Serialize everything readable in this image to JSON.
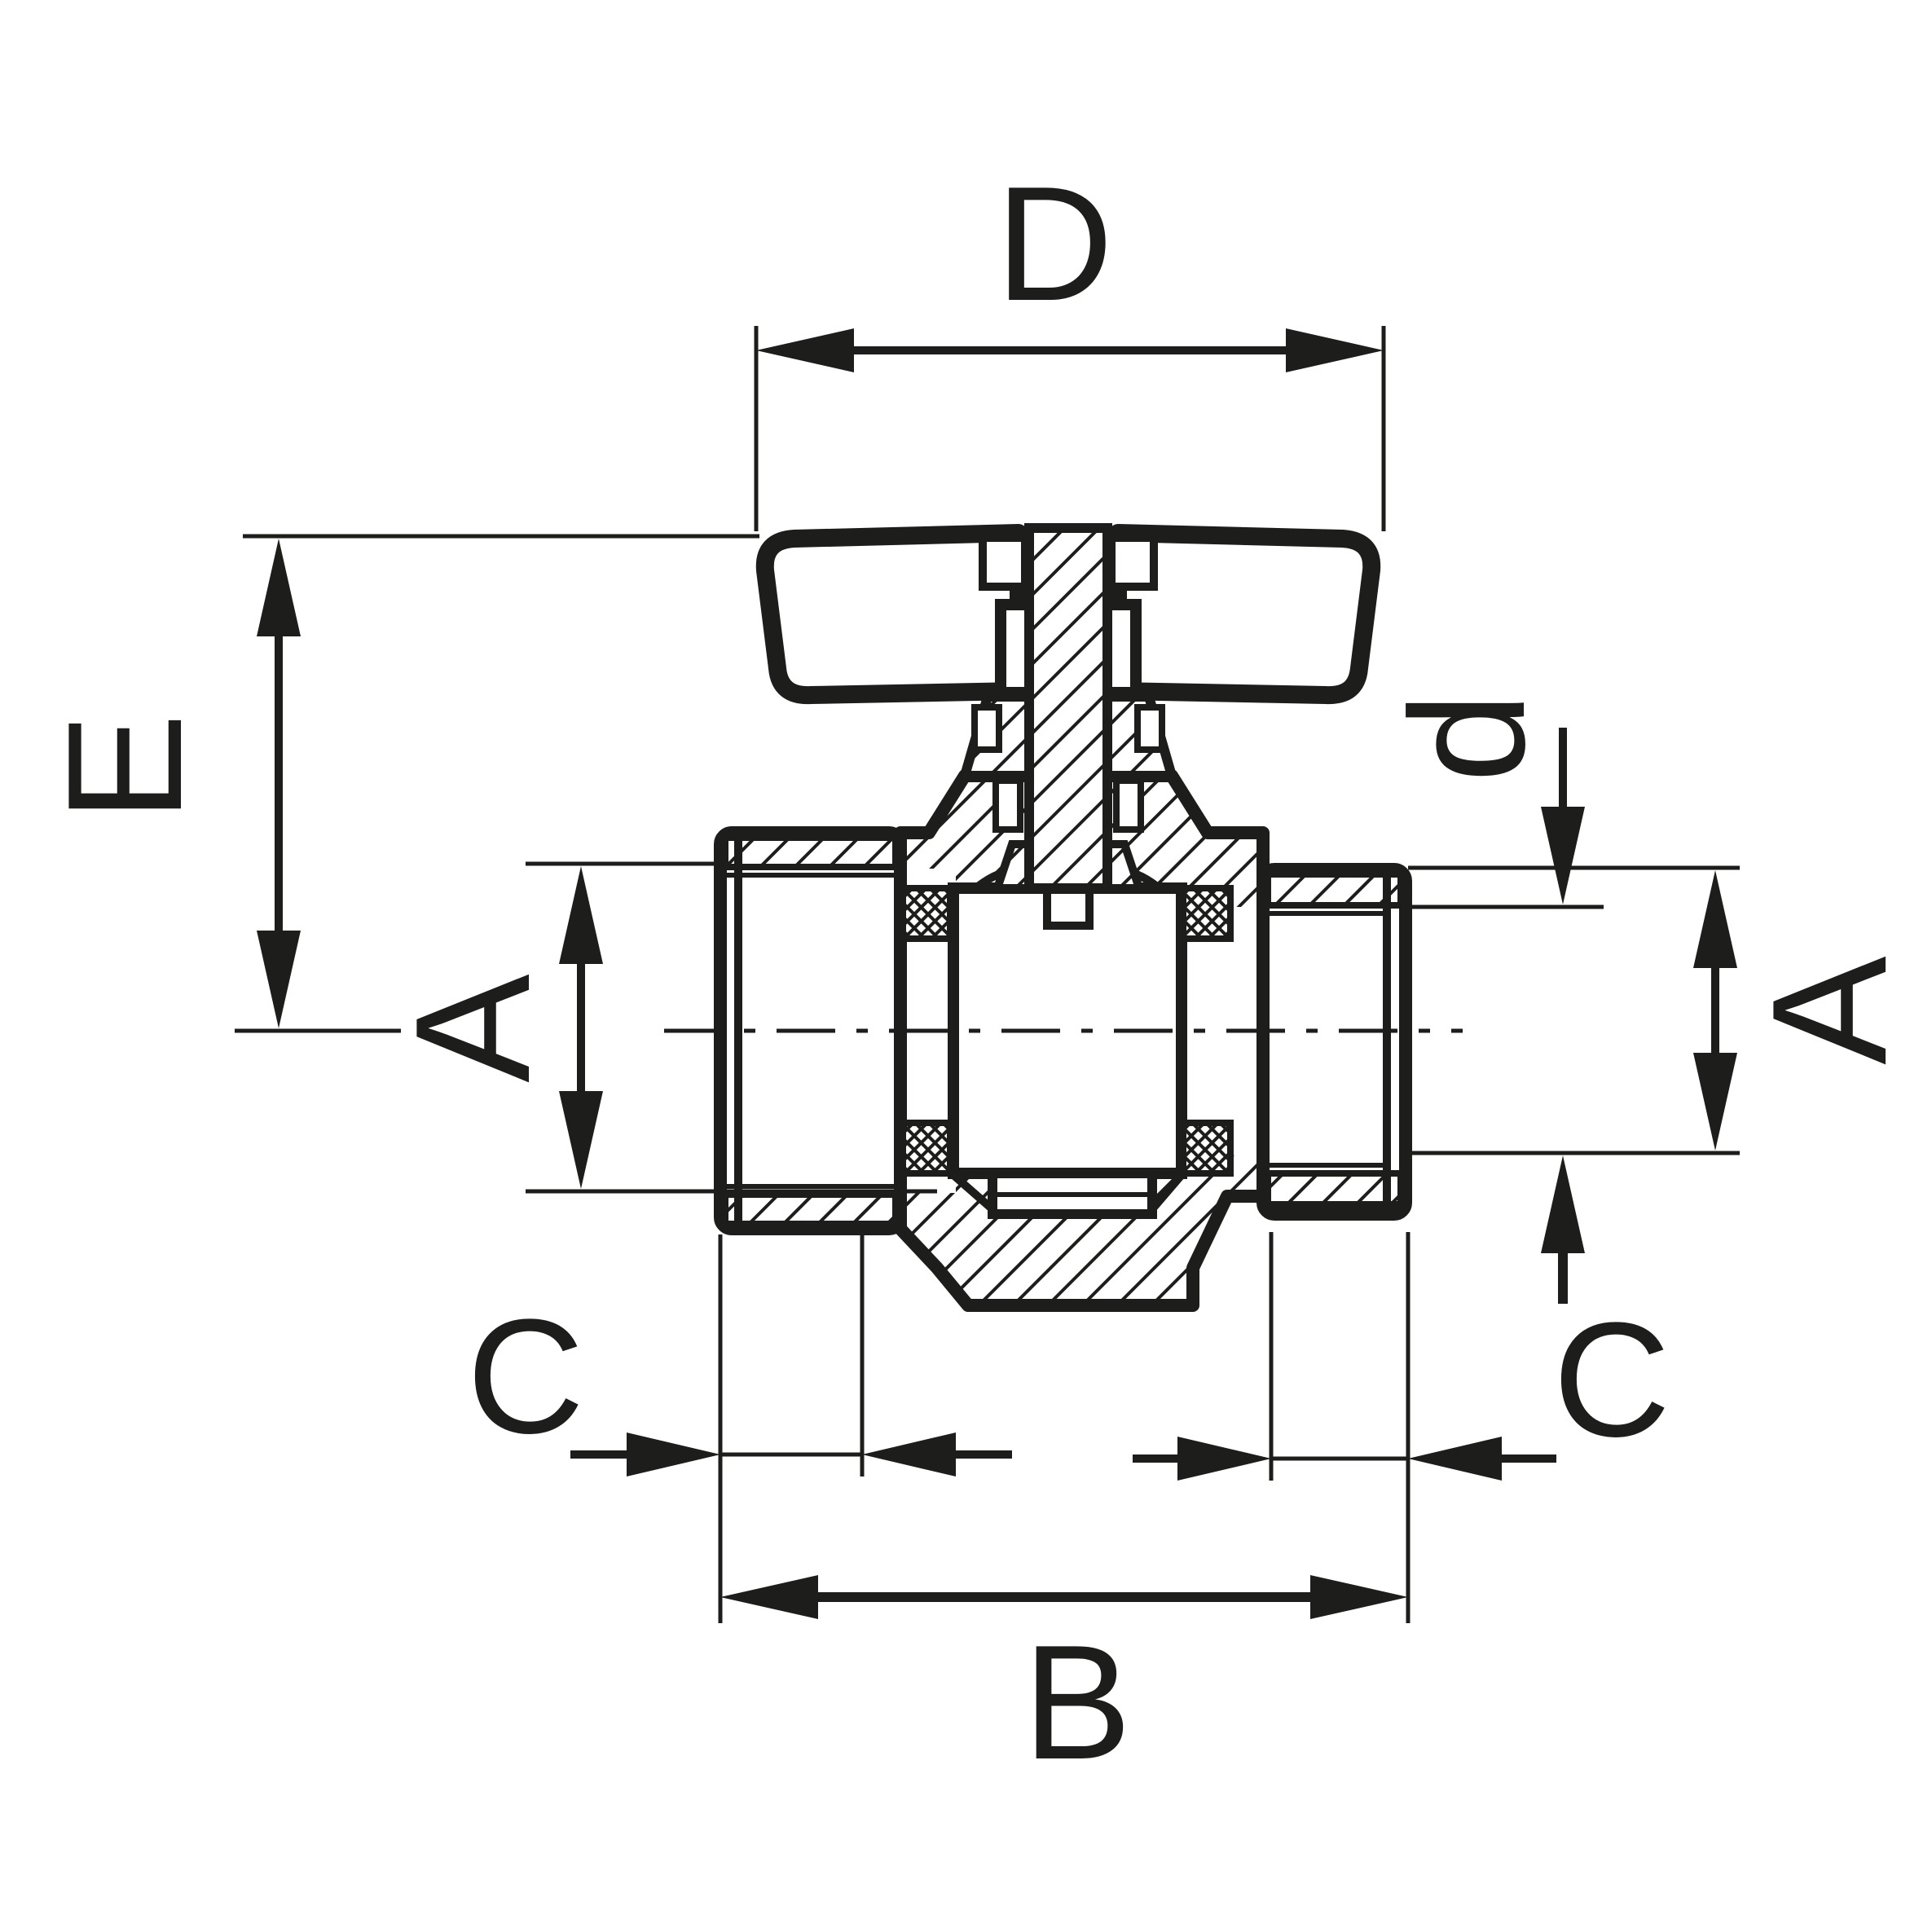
{
  "drawing": {
    "type": "technical-cross-section",
    "subject": "ball valve with butterfly handle",
    "colors": {
      "line": "#1d1d1b",
      "background": "#ffffff"
    },
    "dimensions": {
      "handle_width": {
        "label": "D"
      },
      "height_to_handle": {
        "label": "E"
      },
      "left_bore": {
        "label": "A"
      },
      "right_bore": {
        "label": "A"
      },
      "stem_bore": {
        "label": "d"
      },
      "left_thread_length": {
        "label": "C"
      },
      "right_thread_length": {
        "label": "C"
      },
      "total_length": {
        "label": "B"
      }
    }
  }
}
